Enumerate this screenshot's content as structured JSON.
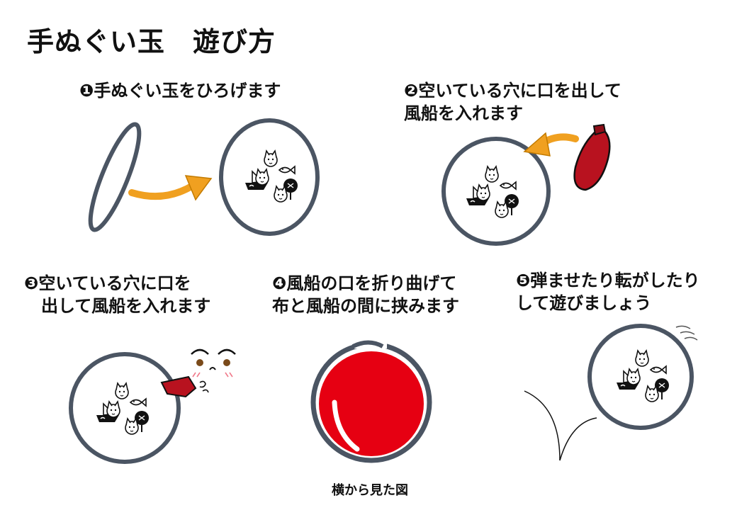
{
  "title": "手ぬぐい玉　遊び方",
  "steps": [
    {
      "lines": [
        "❶手ぬぐい玉をひろげます"
      ]
    },
    {
      "lines": [
        "❷空いている穴に口を出して",
        "風船を入れます"
      ]
    },
    {
      "lines": [
        "❸空いている穴に口を",
        "　出して風船を入れます"
      ]
    },
    {
      "lines": [
        "❹風船の口を折り曲げて",
        "布と風船の間に挟みます"
      ]
    },
    {
      "lines": [
        "❺弾ませたり転がしたり",
        "して遊びましょう"
      ]
    }
  ],
  "caption": "横から見た図",
  "colors": {
    "ring": "#4b5563",
    "arrow": "#f0a020",
    "balloon": "#e60012",
    "balloon_dark": "#b8121f"
  },
  "icons": [
    "cat-illustration",
    "boat-illustration",
    "fish-illustration",
    "fan-illustration",
    "face-illustration",
    "bounce-lines"
  ]
}
